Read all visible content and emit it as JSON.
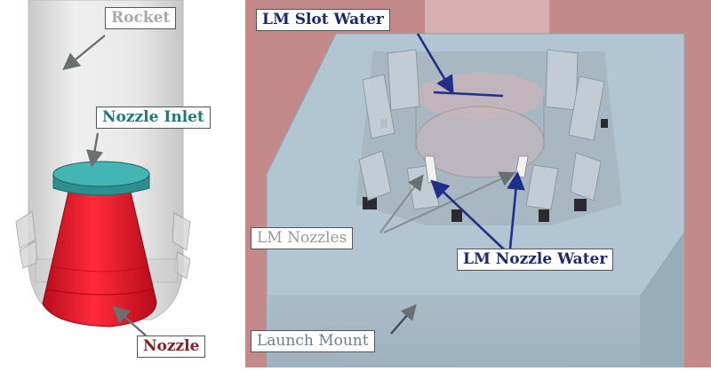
{
  "labels": {
    "rocket": "Rocket",
    "nozzle_inlet": "Nozzle Inlet",
    "nozzle": "Nozzle",
    "lm_slot_water": "LM Slot Water",
    "lm_nozzles": "LM Nozzles",
    "lm_nozzle_water": "LM Nozzle Water",
    "launch_mount": "Launch Mount"
  },
  "colors": {
    "rocket_label": "#a8a8a8",
    "nozzle_inlet_label": "#1f7a78",
    "nozzle_label": "#8a1c1c",
    "lm_slot_water_label": "#1b2a6b",
    "lm_nozzles_label": "#9a9a9a",
    "lm_nozzle_water_label": "#1b2a6b",
    "launch_mount_label": "#6e7e8c",
    "right_background": "#c48a8a",
    "mount_top": "#b0c4d0",
    "nozzle_red": "#e0182a",
    "inlet_teal": "#3aa6a4"
  }
}
